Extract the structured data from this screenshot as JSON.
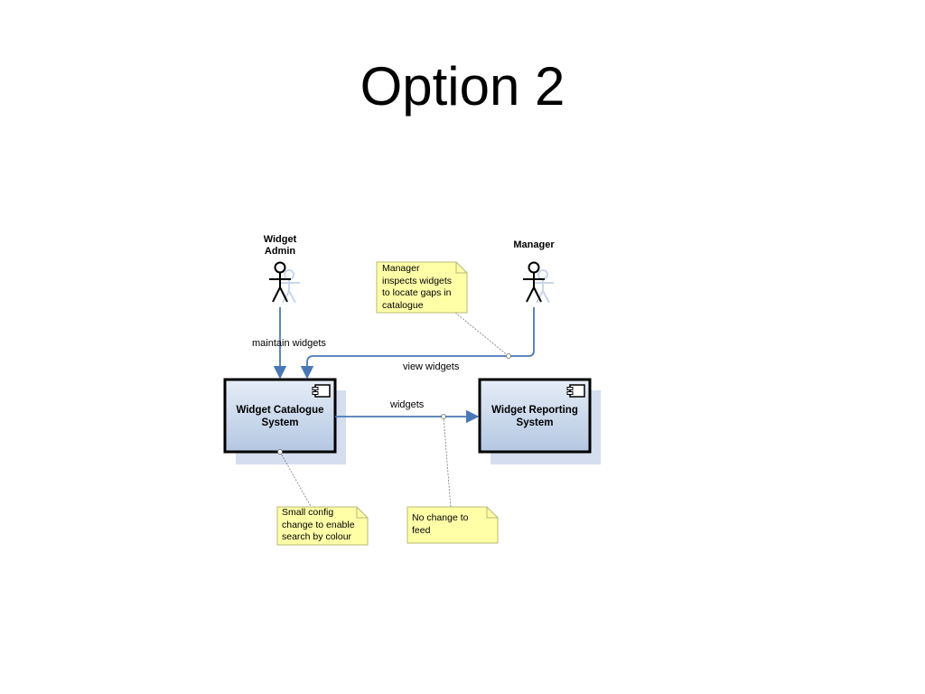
{
  "slide": {
    "title": "Option 2"
  },
  "actors": {
    "widget_admin": "Widget\nAdmin",
    "manager": "Manager"
  },
  "components": {
    "catalogue": "Widget Catalogue\nSystem",
    "reporting": "Widget Reporting\nSystem"
  },
  "flows": {
    "maintain": "maintain widgets",
    "view": "view widgets",
    "widgets": "widgets"
  },
  "notes": {
    "manager_note": "Manager\ninspects widgets\nto locate gaps in\ncatalogue",
    "catalogue_note": "Small config\nchange to enable\nsearch by colour",
    "feed_note": "No change to\nfeed"
  },
  "colors": {
    "note_fill": "#ffffa8",
    "note_border": "#b8b870",
    "component_fill_top": "#e6edf7",
    "component_fill_bottom": "#b4c7e2",
    "component_shadow": "#d4deef",
    "connector": "#4a78b6",
    "anchor_line": "#777777"
  }
}
